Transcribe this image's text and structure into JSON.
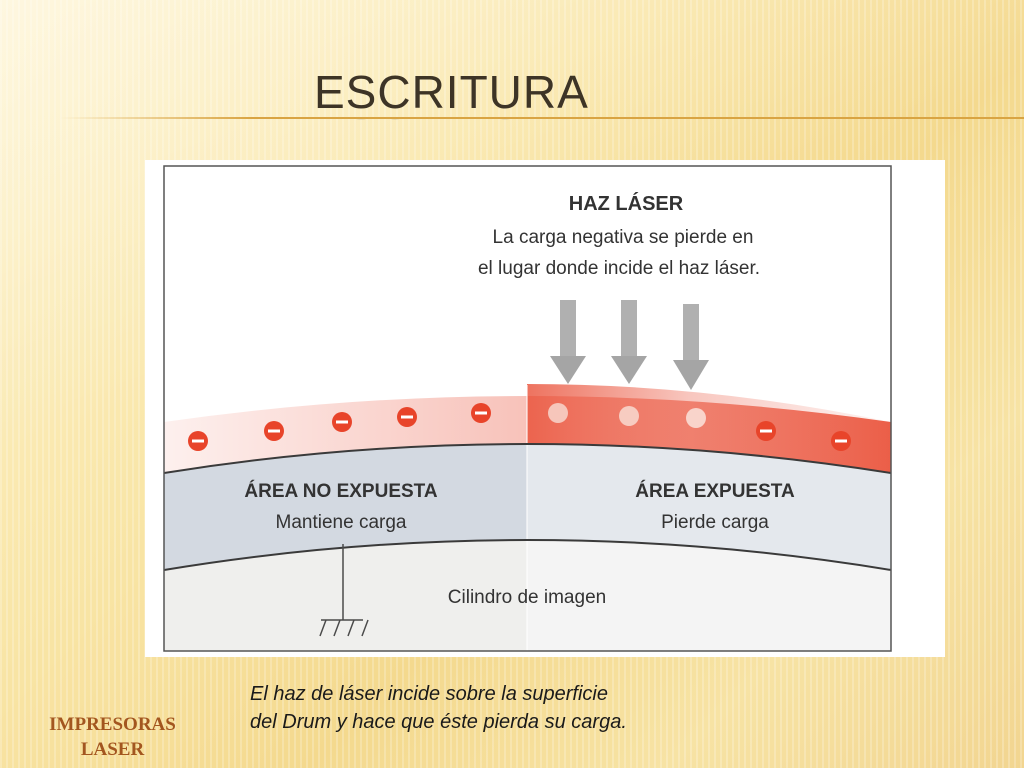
{
  "slide": {
    "title": "ESCRITURA",
    "caption_lines": [
      "El haz de láser incide sobre la superficie",
      "del Drum y hace que éste pierda su carga."
    ],
    "footer_lines": [
      "IMPRESORAS",
      "LASER"
    ]
  },
  "diagram": {
    "laser_title": "HAZ LÁSER",
    "laser_desc_lines": [
      "La carga negativa se pierde en",
      "el lugar donde incide el haz láser."
    ],
    "left_area_title": "ÁREA NO EXPUESTA",
    "left_area_desc": "Mantiene carga",
    "right_area_title": "ÁREA EXPUESTA",
    "right_area_desc": "Pierde carga",
    "cylinder_label": "Cilindro de imagen",
    "colors": {
      "charge": "#e8442a",
      "arrow": "#a9a9a9",
      "band": "#d3d9e1",
      "band_exposed": "#e4e8ed",
      "cylinder": "#ededeb"
    },
    "laser_arrow_count": 3,
    "negative_charges_unexposed": 5,
    "negative_charges_exposed_edge": 2,
    "discharged_spots": 3
  }
}
